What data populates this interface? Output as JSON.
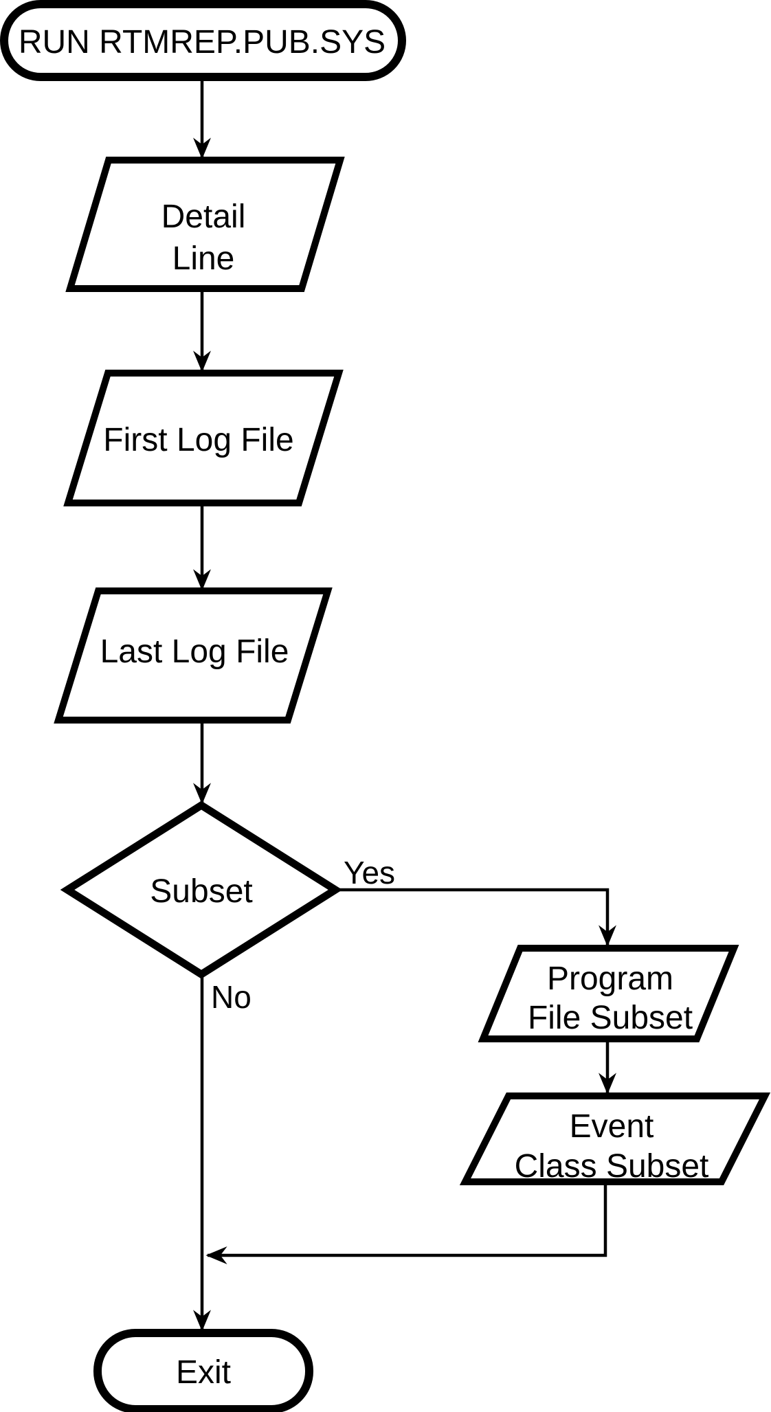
{
  "colors": {
    "ink": "#000000",
    "paper": "#ffffff"
  },
  "flowchart": {
    "type": "flowchart",
    "nodes": [
      {
        "id": "start",
        "shape": "terminator",
        "lines": [
          "RUN RTMREP.PUB.SYS"
        ]
      },
      {
        "id": "detail-line",
        "shape": "parallelogram",
        "lines": [
          "Detail",
          "Line"
        ]
      },
      {
        "id": "first-log-file",
        "shape": "parallelogram",
        "lines": [
          "First Log File"
        ]
      },
      {
        "id": "last-log-file",
        "shape": "parallelogram",
        "lines": [
          "Last Log File"
        ]
      },
      {
        "id": "subset",
        "shape": "decision",
        "lines": [
          "Subset"
        ]
      },
      {
        "id": "program-file-subset",
        "shape": "parallelogram",
        "lines": [
          "Program",
          "File Subset"
        ]
      },
      {
        "id": "event-class-subset",
        "shape": "parallelogram",
        "lines": [
          "Event",
          "Class Subset"
        ]
      },
      {
        "id": "exit",
        "shape": "terminator",
        "lines": [
          "Exit"
        ]
      }
    ],
    "edges": [
      {
        "from": "start",
        "to": "detail-line",
        "label": ""
      },
      {
        "from": "detail-line",
        "to": "first-log-file",
        "label": ""
      },
      {
        "from": "first-log-file",
        "to": "last-log-file",
        "label": ""
      },
      {
        "from": "last-log-file",
        "to": "subset",
        "label": ""
      },
      {
        "from": "subset",
        "to": "program-file-subset",
        "label": "Yes"
      },
      {
        "from": "subset",
        "to": "exit",
        "label": "No"
      },
      {
        "from": "program-file-subset",
        "to": "event-class-subset",
        "label": ""
      },
      {
        "from": "event-class-subset",
        "to": "exit",
        "label": ""
      }
    ]
  }
}
